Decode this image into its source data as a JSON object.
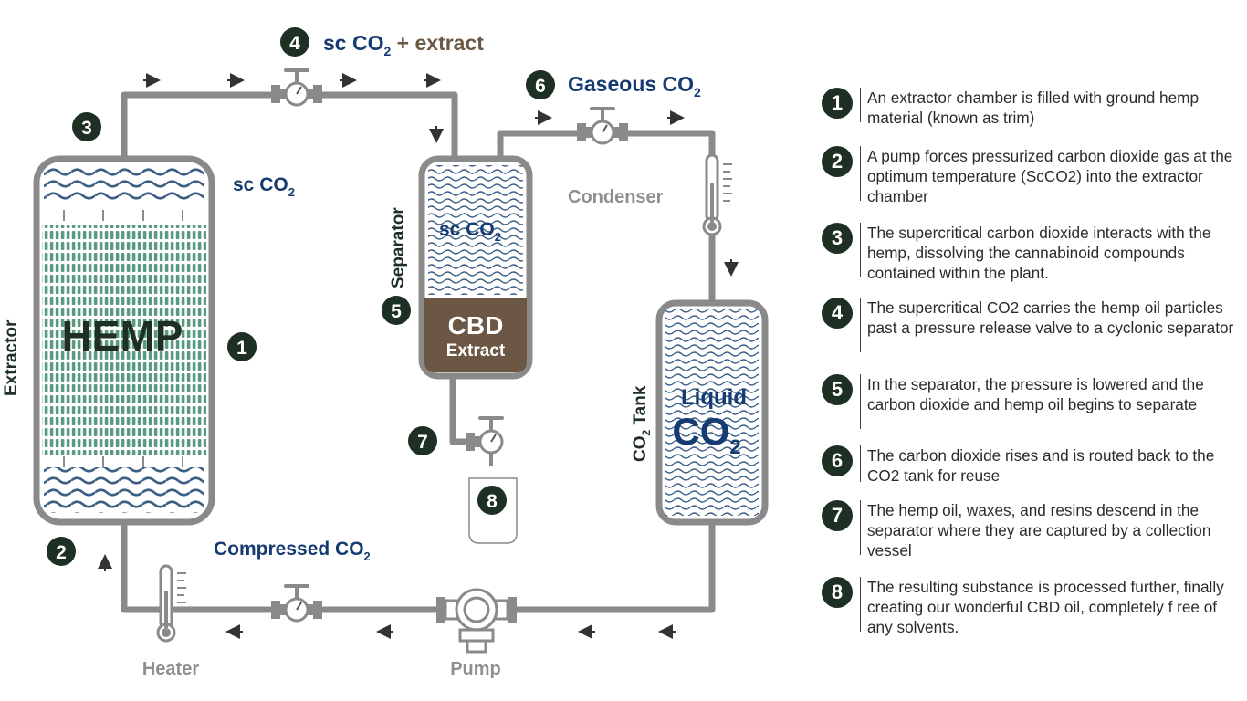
{
  "labels": {
    "valve4_sc": "sc CO",
    "valve4_sub": "2",
    "valve4_plus": " + extract",
    "gaseous": "Gaseous CO",
    "gaseous_sub": "2",
    "sc_co2_left": "sc CO",
    "sc_co2_left_sub": "2",
    "condenser": "Condenser",
    "separator": "Separator",
    "sc_co2_sep": "sc CO",
    "sc_co2_sep_sub": "2",
    "cbd": "CBD",
    "extract": "Extract",
    "extractor": "Extractor",
    "hemp": "HEMP",
    "co2_tank": "CO",
    "co2_tank_sub": "2",
    "co2_tank_word": " Tank",
    "liquid": "Liquid",
    "liquid_co": "CO",
    "liquid_sub": "2",
    "compressed": "Compressed CO",
    "compressed_sub": "2",
    "heater": "Heater",
    "pump": "Pump"
  },
  "badges": {
    "b1": "1",
    "b2": "2",
    "b3": "3",
    "b4": "4",
    "b5": "5",
    "b6": "6",
    "b7": "7",
    "b8": "8"
  },
  "steps": [
    {
      "num": "1",
      "text": "An extractor chamber is filled with ground hemp material (known as trim)"
    },
    {
      "num": "2",
      "text": "A pump forces pressurized carbon dioxide gas at the optimum temperature (ScCO2) into the extractor chamber"
    },
    {
      "num": "3",
      "text": "The supercritical carbon dioxide interacts with the hemp, dissolving the cannabinoid compounds contained within the plant."
    },
    {
      "num": "4",
      "text": "The supercritical CO2 carries the hemp oil particles past a pressure release valve to a cyclonic separator"
    },
    {
      "num": "5",
      "text": "In the separator, the pressure is lowered and the carbon dioxide and hemp oil begins to separate"
    },
    {
      "num": "6",
      "text": "The carbon dioxide rises and is routed back to the CO2 tank for reuse"
    },
    {
      "num": "7",
      "text": "The hemp oil, waxes, and resins descend in the separator where they are captured by a collection vessel"
    },
    {
      "num": "8",
      "text": "The resulting substance is processed further, finally creating our wonderful CBD oil, completely f ree of any solvents."
    }
  ],
  "colors": {
    "pipe": "#8a8a8a",
    "badge": "#1e2f24",
    "blue_label": "#163a72",
    "brown": "#6b5744",
    "hemp_green": "#5a9a80",
    "wave": "#3d5f86"
  }
}
